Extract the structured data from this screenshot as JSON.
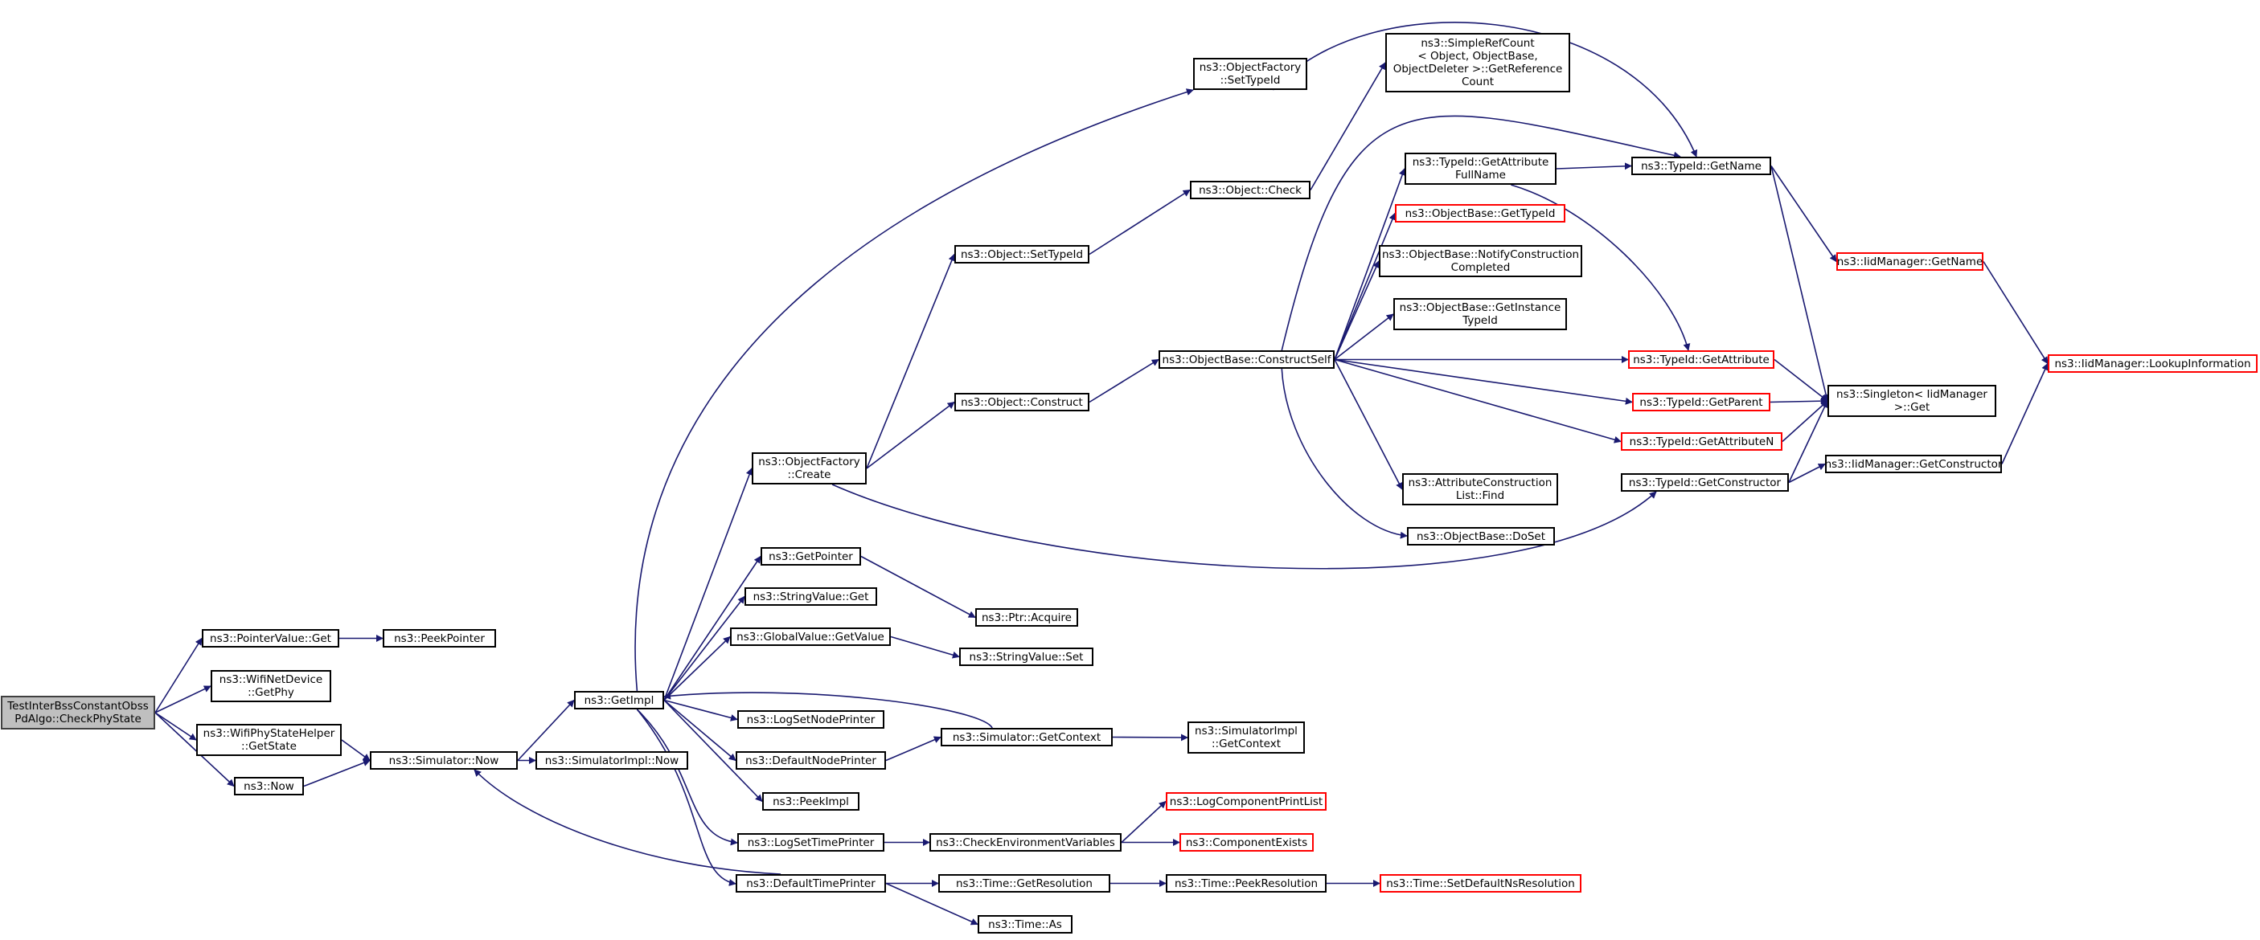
{
  "colors": {
    "edge": "#191970",
    "border": "#000000",
    "incomplete_border": "#ff0000",
    "root_fill": "#bfbfbf"
  },
  "nodes": {
    "root": {
      "lines": [
        "TestInterBssConstantObss",
        "PdAlgo::CheckPhyState"
      ]
    },
    "pointervalue_get": {
      "lines": [
        "ns3::PointerValue::Get"
      ]
    },
    "peekpointer": {
      "lines": [
        "ns3::PeekPointer"
      ]
    },
    "wifinetdevice_getphy": {
      "lines": [
        "ns3::WifiNetDevice",
        "::GetPhy"
      ]
    },
    "wifiphystatehelper_getstate": {
      "lines": [
        "ns3::WifiPhyStateHelper",
        "::GetState"
      ]
    },
    "now": {
      "lines": [
        "ns3::Now"
      ]
    },
    "simulator_now": {
      "lines": [
        "ns3::Simulator::Now"
      ]
    },
    "simulatorimpl_now": {
      "lines": [
        "ns3::SimulatorImpl::Now"
      ]
    },
    "getimpl": {
      "lines": [
        "ns3::GetImpl"
      ]
    },
    "objectfactory_settypeid": {
      "lines": [
        "ns3::ObjectFactory",
        "::SetTypeId"
      ]
    },
    "objectfactory_create": {
      "lines": [
        "ns3::ObjectFactory",
        "::Create"
      ]
    },
    "getpointer": {
      "lines": [
        "ns3::GetPointer"
      ]
    },
    "stringvalue_get": {
      "lines": [
        "ns3::StringValue::Get"
      ]
    },
    "globalvalue_getvalue": {
      "lines": [
        "ns3::GlobalValue::GetValue"
      ]
    },
    "logsetnodeprinter": {
      "lines": [
        "ns3::LogSetNodePrinter"
      ]
    },
    "defaultnodeprinter": {
      "lines": [
        "ns3::DefaultNodePrinter"
      ]
    },
    "peekimpl": {
      "lines": [
        "ns3::PeekImpl"
      ]
    },
    "logsettimeprinter": {
      "lines": [
        "ns3::LogSetTimePrinter"
      ]
    },
    "defaulttimeprinter": {
      "lines": [
        "ns3::DefaultTimePrinter"
      ]
    },
    "object_settypeid": {
      "lines": [
        "ns3::Object::SetTypeId"
      ]
    },
    "object_construct": {
      "lines": [
        "ns3::Object::Construct"
      ]
    },
    "object_check": {
      "lines": [
        "ns3::Object::Check"
      ]
    },
    "simplerefcount": {
      "lines": [
        "ns3::SimpleRefCount",
        "< Object, ObjectBase,",
        "ObjectDeleter >::GetReference",
        "Count"
      ]
    },
    "ptr_acquire": {
      "lines": [
        "ns3::Ptr::Acquire"
      ]
    },
    "stringvalue_set": {
      "lines": [
        "ns3::StringValue::Set"
      ]
    },
    "simulator_getcontext": {
      "lines": [
        "ns3::Simulator::GetContext"
      ]
    },
    "simulatorimpl_getcontext": {
      "lines": [
        "ns3::SimulatorImpl",
        "::GetContext"
      ]
    },
    "checkenvironmentvariables": {
      "lines": [
        "ns3::CheckEnvironmentVariables"
      ]
    },
    "logcomponentprintlist": {
      "lines": [
        "ns3::LogComponentPrintList"
      ]
    },
    "componentexists": {
      "lines": [
        "ns3::ComponentExists"
      ]
    },
    "time_getresolution": {
      "lines": [
        "ns3::Time::GetResolution"
      ]
    },
    "time_peekresolution": {
      "lines": [
        "ns3::Time::PeekResolution"
      ]
    },
    "time_setdefaultnsresolution": {
      "lines": [
        "ns3::Time::SetDefaultNsResolution"
      ]
    },
    "time_as": {
      "lines": [
        "ns3::Time::As"
      ]
    },
    "objectbase_constructself": {
      "lines": [
        "ns3::ObjectBase::ConstructSelf"
      ]
    },
    "typeid_getattributefullname": {
      "lines": [
        "ns3::TypeId::GetAttribute",
        "FullName"
      ]
    },
    "objectbase_gettypeid": {
      "lines": [
        "ns3::ObjectBase::GetTypeId"
      ]
    },
    "objectbase_notifyconstructioncompleted": {
      "lines": [
        "ns3::ObjectBase::NotifyConstruction",
        "Completed"
      ]
    },
    "objectbase_getinstancetypeid": {
      "lines": [
        "ns3::ObjectBase::GetInstance",
        "TypeId"
      ]
    },
    "attributeconstructionlist_find": {
      "lines": [
        "ns3::AttributeConstruction",
        "List::Find"
      ]
    },
    "objectbase_doset": {
      "lines": [
        "ns3::ObjectBase::DoSet"
      ]
    },
    "typeid_getname": {
      "lines": [
        "ns3::TypeId::GetName"
      ]
    },
    "typeid_getattribute": {
      "lines": [
        "ns3::TypeId::GetAttribute"
      ]
    },
    "typeid_getparent": {
      "lines": [
        "ns3::TypeId::GetParent"
      ]
    },
    "typeid_getattributen": {
      "lines": [
        "ns3::TypeId::GetAttributeN"
      ]
    },
    "typeid_getconstructor": {
      "lines": [
        "ns3::TypeId::GetConstructor"
      ]
    },
    "iidmanager_getname": {
      "lines": [
        "ns3::IidManager::GetName"
      ]
    },
    "singleton_get": {
      "lines": [
        "ns3::Singleton< IidManager",
        ">::Get"
      ]
    },
    "iidmanager_getconstructor": {
      "lines": [
        "ns3::IidManager::GetConstructor"
      ]
    },
    "iidmanager_lookupinformation": {
      "lines": [
        "ns3::IidManager::LookupInformation"
      ]
    }
  }
}
